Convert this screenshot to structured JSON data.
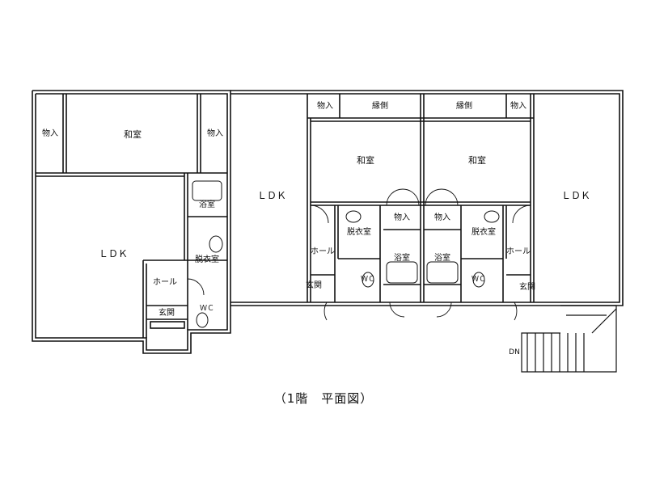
{
  "caption": "（1階　平面図）",
  "labels": {
    "closet_left_a": "物入",
    "washitsu_left": "和室",
    "closet_left_b": "物入",
    "ldk_left": "ＬＤＫ",
    "bath_left": "浴室",
    "dressing_left": "脱衣室",
    "hall_left": "ホール",
    "entrance_left": "玄関",
    "wc_left": "ＷＣ",
    "ldk_mid": "ＬＤＫ",
    "closet_mid_a": "物入",
    "engawa_a": "縁側",
    "engawa_b": "縁側",
    "closet_mid_b": "物入",
    "washitsu_mid_a": "和室",
    "washitsu_mid_b": "和室",
    "ldk_right": "ＬＤＫ",
    "closet_mid_c": "物入",
    "closet_mid_d": "物入",
    "dressing_mid_a": "脱衣室",
    "dressing_mid_b": "脱衣室",
    "hall_mid_a": "ホール",
    "hall_mid_b": "ホール",
    "bath_mid_a": "浴室",
    "bath_mid_b": "浴室",
    "entrance_mid_a": "玄関",
    "entrance_mid_b": "玄関",
    "wc_mid_a": "ＷＣ",
    "wc_mid_b": "ＷＣ",
    "dn": "DN"
  },
  "colors": {
    "line": "#111111",
    "paper": "#ffffff"
  }
}
